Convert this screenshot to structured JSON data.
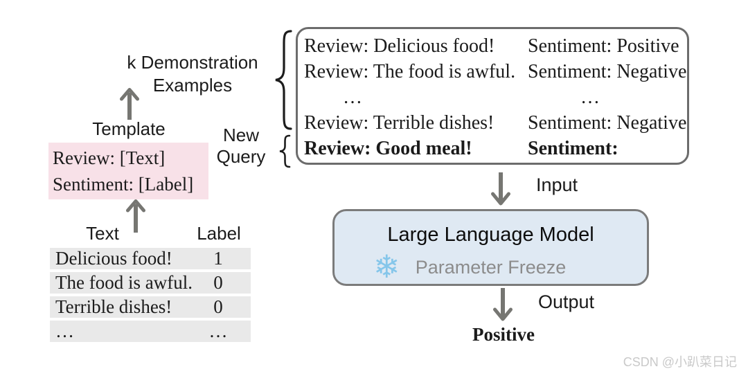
{
  "pipeline": {
    "demo_label_line1": "k Demonstration",
    "demo_label_line2": "Examples",
    "template_label": "Template",
    "template_line1": "Review: [Text]",
    "template_line2": "Sentiment: [Label]",
    "new_query_line1": "New",
    "new_query_line2": "Query",
    "input_label": "Input",
    "output_label": "Output",
    "result_label": "Positive"
  },
  "dataset_table": {
    "header_text": "Text",
    "header_label": "Label",
    "rows": [
      {
        "text": "Delicious food!",
        "label": "1"
      },
      {
        "text": "The food is awful.",
        "label": "0"
      },
      {
        "text": "Terrible dishes!",
        "label": "0"
      },
      {
        "text": "…",
        "label": "…"
      }
    ]
  },
  "prompt_box": {
    "rows": [
      {
        "review": "Review: Delicious food!",
        "sentiment": "Sentiment: Positive"
      },
      {
        "review": "Review: The food is awful.",
        "sentiment": "Sentiment: Negative"
      },
      {
        "review": "…",
        "sentiment": "…"
      },
      {
        "review": "Review: Terrible dishes!",
        "sentiment": "Sentiment: Negative"
      },
      {
        "review": "Review: Good meal!",
        "sentiment": "Sentiment:"
      }
    ]
  },
  "llm": {
    "title": "Large Language Model",
    "freeze_label": "Parameter Freeze",
    "snowflake_icon": "❄"
  },
  "watermark": "CSDN @小趴菜日记",
  "colors": {
    "template_box_bg": "#f8e1e8",
    "table_row_bg": "#e9e9e9",
    "llm_box_bg": "#dfe9f3",
    "llm_box_border": "#7b7b7b",
    "prompt_box_border": "#6c6c6c",
    "arrow": "#767672",
    "snowflake": "#85c6ea",
    "freeze_text": "#8c8c8c",
    "watermark_text": "#c9c9c9"
  }
}
